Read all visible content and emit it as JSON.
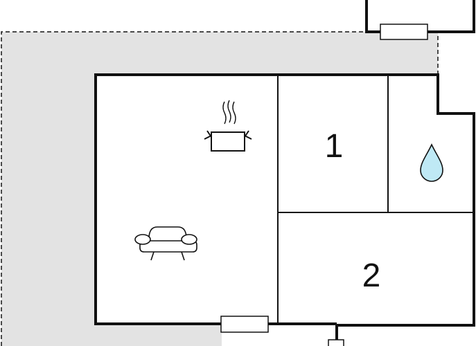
{
  "floorplan": {
    "rooms": [
      {
        "id": "living-kitchen",
        "label": "",
        "icons": [
          "cooking-pot-icon",
          "sofa-icon"
        ]
      },
      {
        "id": "bedroom-1",
        "label": "1"
      },
      {
        "id": "bathroom",
        "label": "",
        "icons": [
          "water-drop-icon"
        ]
      },
      {
        "id": "bedroom-2",
        "label": "2"
      }
    ],
    "colors": {
      "terrace": "#e3e3e3",
      "wall": "#111111",
      "water_drop": "#bfe9f5",
      "background": "#ffffff"
    }
  }
}
